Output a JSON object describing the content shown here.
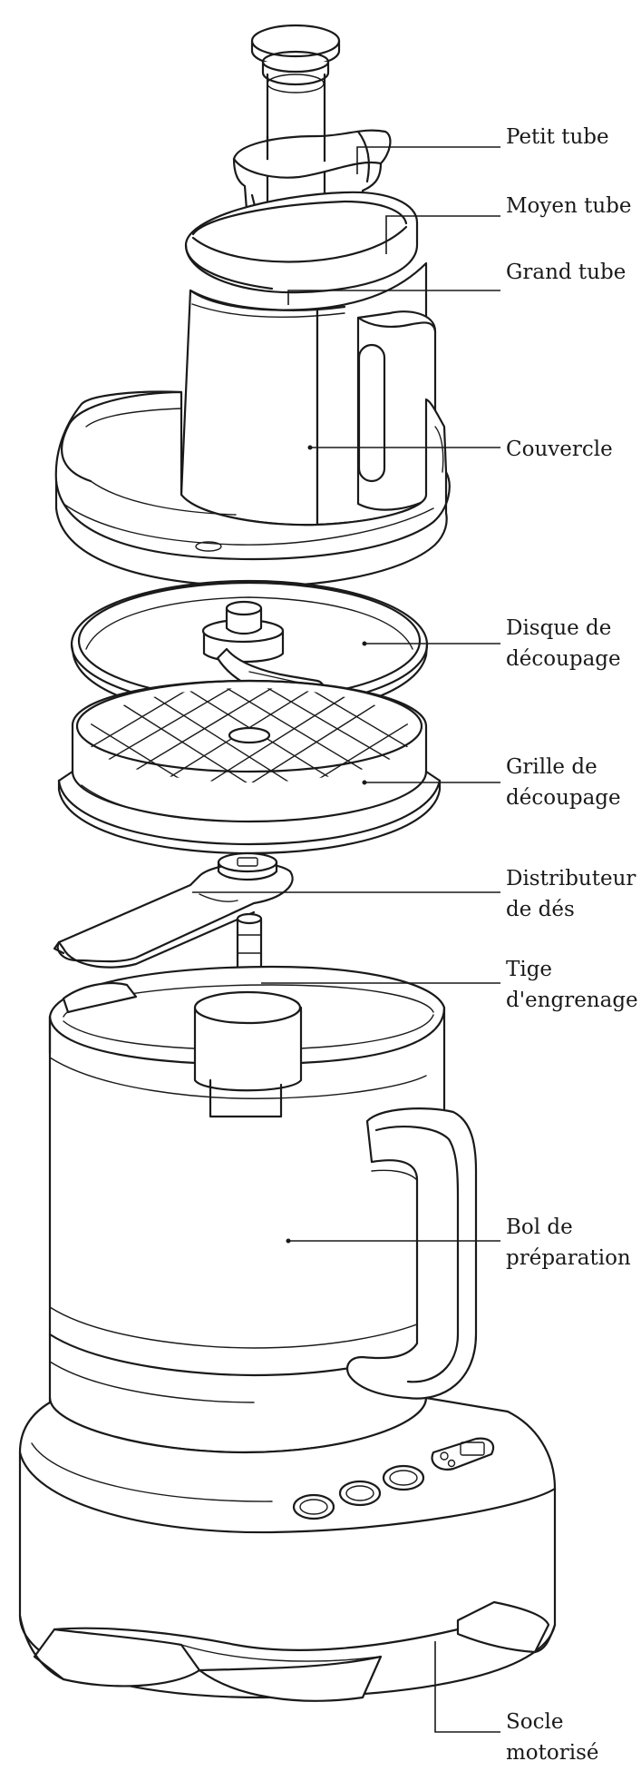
{
  "labels": {
    "petit_tube": "Petit tube",
    "moyen_tube": "Moyen tube",
    "grand_tube": "Grand tube",
    "couvercle": "Couvercle",
    "disque_line1": "Disque de",
    "disque_line2": "découpage",
    "grille_line1": "Grille de",
    "grille_line2": "découpage",
    "distributeur_line1": "Distributeur",
    "distributeur_line2": "de dés",
    "tige_line1": "Tige",
    "tige_line2": "d'engrenage",
    "bol_line1": "Bol de",
    "bol_line2": "préparation",
    "socle_line1": "Socle",
    "socle_line2": "motorisé"
  },
  "colors": {
    "ink": "#1a1a1a",
    "background": "#ffffff"
  }
}
